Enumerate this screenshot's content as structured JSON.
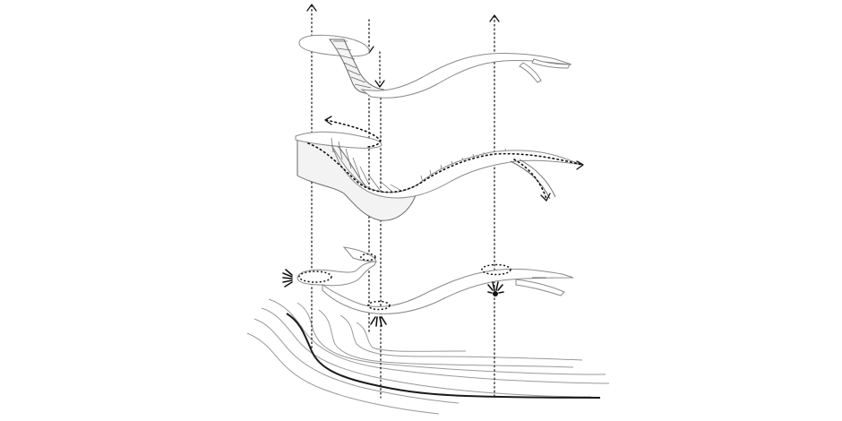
{
  "diagram": {
    "text": [],
    "colors": {
      "background": "#ffffff",
      "line": "#111111",
      "contour": "#9a9a9a",
      "structure": "#8a8a8a"
    },
    "layers": [
      "upper-deck",
      "middle-ribbon",
      "lower-walkway",
      "terrain-contours"
    ],
    "icons": [
      "arrow-up-icon",
      "arrow-down-icon",
      "arrow-right-icon",
      "arrow-left-icon",
      "viewpoint-burst-icon"
    ]
  }
}
